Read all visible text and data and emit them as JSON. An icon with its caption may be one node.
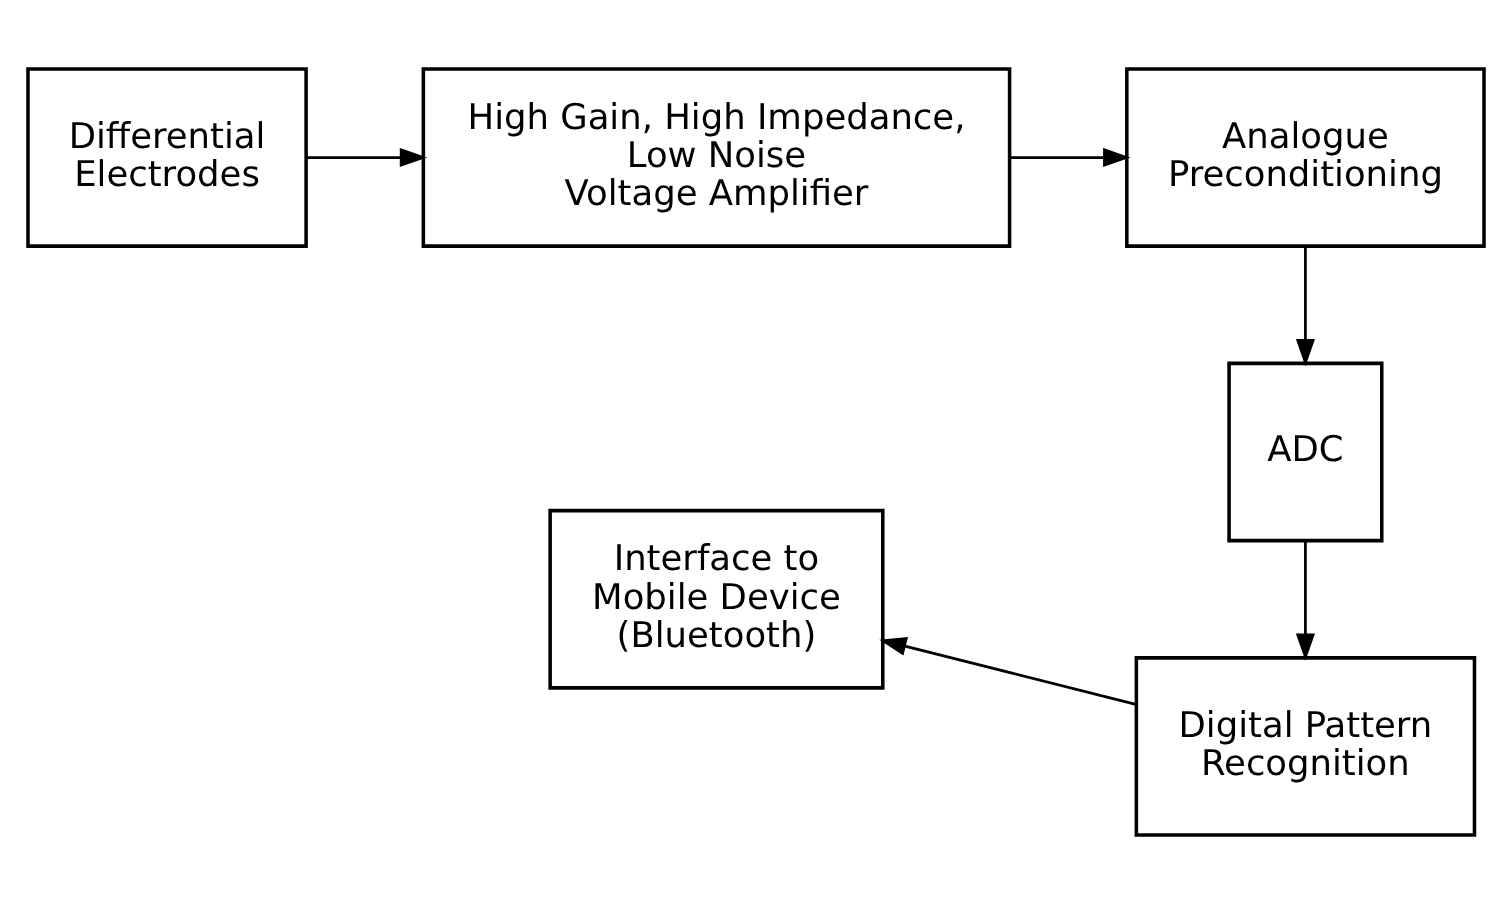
{
  "diagram": {
    "nodes": [
      {
        "text": [
          "Differential Electrodes"
        ]
      },
      {
        "text": [
          "High Gain, High Impedance, Low Noise Voltage Amplifier"
        ]
      },
      {
        "text": [
          "Analogue Preconditioning"
        ]
      },
      {
        "text": [
          "ADC"
        ]
      },
      {
        "text": [
          "Digital Pattern Recognition"
        ]
      },
      {
        "text": [
          "Interface to Mobile Device (Bluetooth)"
        ]
      }
    ],
    "edges": [
      {
        "from": 0,
        "to": 1,
        "arrow": "to"
      },
      {
        "from": 1,
        "to": 2,
        "arrow": "to"
      },
      {
        "from": 2,
        "to": 3,
        "arrow": "to"
      },
      {
        "from": 3,
        "to": 4,
        "arrow": "to"
      },
      {
        "from": 4,
        "to": 5,
        "arrow": "to"
      }
    ]
  }
}
